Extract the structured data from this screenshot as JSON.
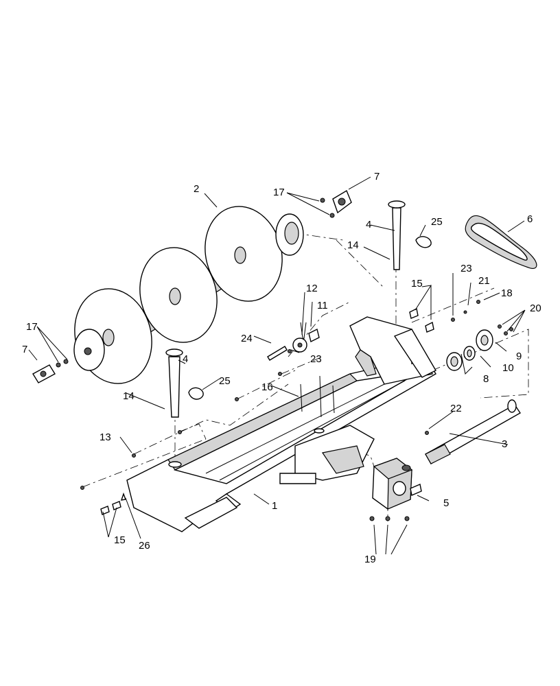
{
  "callouts": [
    {
      "id": "c1",
      "text": "1"
    },
    {
      "id": "c2",
      "text": "2"
    },
    {
      "id": "c3",
      "text": "3"
    },
    {
      "id": "c4a",
      "text": "4"
    },
    {
      "id": "c4b",
      "text": "4"
    },
    {
      "id": "c5",
      "text": "5"
    },
    {
      "id": "c6",
      "text": "6"
    },
    {
      "id": "c7a",
      "text": "7"
    },
    {
      "id": "c7b",
      "text": "7"
    },
    {
      "id": "c8",
      "text": "8"
    },
    {
      "id": "c9",
      "text": "9"
    },
    {
      "id": "c10",
      "text": "10"
    },
    {
      "id": "c11",
      "text": "11"
    },
    {
      "id": "c12",
      "text": "12"
    },
    {
      "id": "c13",
      "text": "13"
    },
    {
      "id": "c14a",
      "text": "14"
    },
    {
      "id": "c14b",
      "text": "14"
    },
    {
      "id": "c15a",
      "text": "15"
    },
    {
      "id": "c15b",
      "text": "15"
    },
    {
      "id": "c16",
      "text": "16"
    },
    {
      "id": "c17a",
      "text": "17"
    },
    {
      "id": "c17b",
      "text": "17"
    },
    {
      "id": "c18",
      "text": "18"
    },
    {
      "id": "c19",
      "text": "19"
    },
    {
      "id": "c20",
      "text": "20"
    },
    {
      "id": "c21",
      "text": "21"
    },
    {
      "id": "c22",
      "text": "22"
    },
    {
      "id": "c23a",
      "text": "23"
    },
    {
      "id": "c23b",
      "text": "23"
    },
    {
      "id": "c24",
      "text": "24"
    },
    {
      "id": "c25a",
      "text": "25"
    },
    {
      "id": "c25b",
      "text": "25"
    },
    {
      "id": "c26",
      "text": "26"
    }
  ]
}
